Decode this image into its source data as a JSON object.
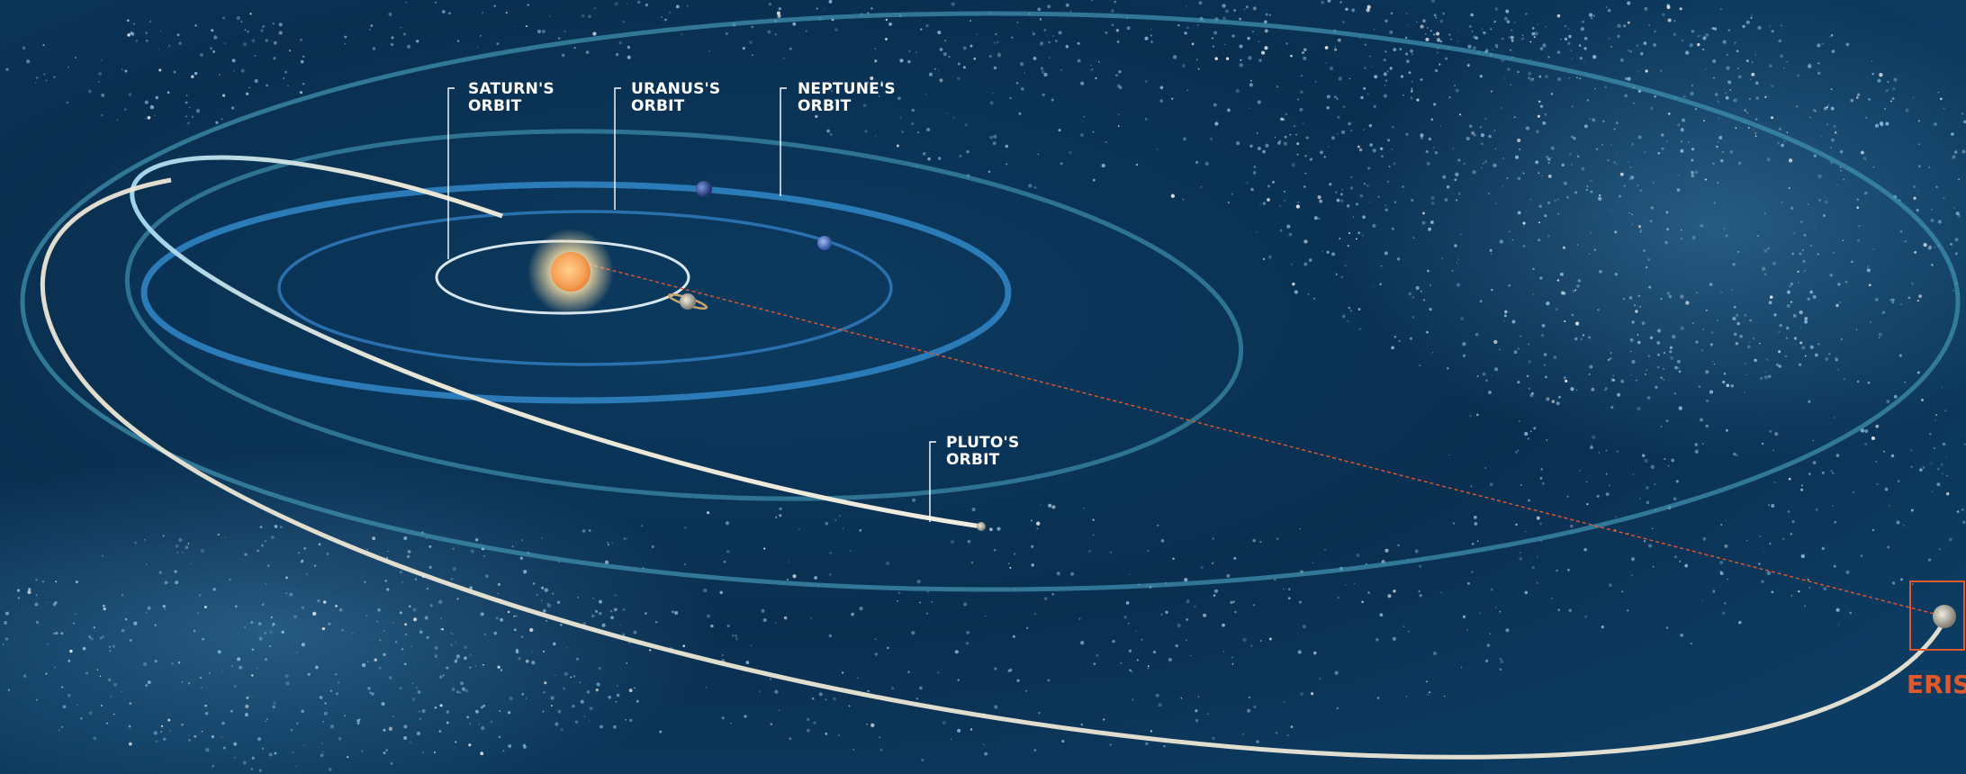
{
  "labels": {
    "saturn_orbit": [
      "SATURN'S",
      "ORBIT"
    ],
    "uranus_orbit": [
      "URANUS'S",
      "ORBIT"
    ],
    "neptune_orbit": [
      "NEPTUNE'S",
      "ORBIT"
    ],
    "pluto_orbit": [
      "PLUTO'S",
      "ORBIT"
    ],
    "eris": "ERIS"
  },
  "colors": {
    "space_background": "#0a2d4d",
    "space_center": "#0b3759",
    "kuiper_dust": "#8fc6ea",
    "planet_orbit": "#2a7bb8",
    "outer_orbit": "#3f8fae",
    "eccentric_orbit": "#e8e2cf",
    "sun": "#f7a35a",
    "eris_accent": "#e2582d"
  },
  "icons": [
    "sun-icon",
    "saturn-icon",
    "uranus-icon",
    "neptune-icon",
    "pluto-icon",
    "eris-icon"
  ]
}
